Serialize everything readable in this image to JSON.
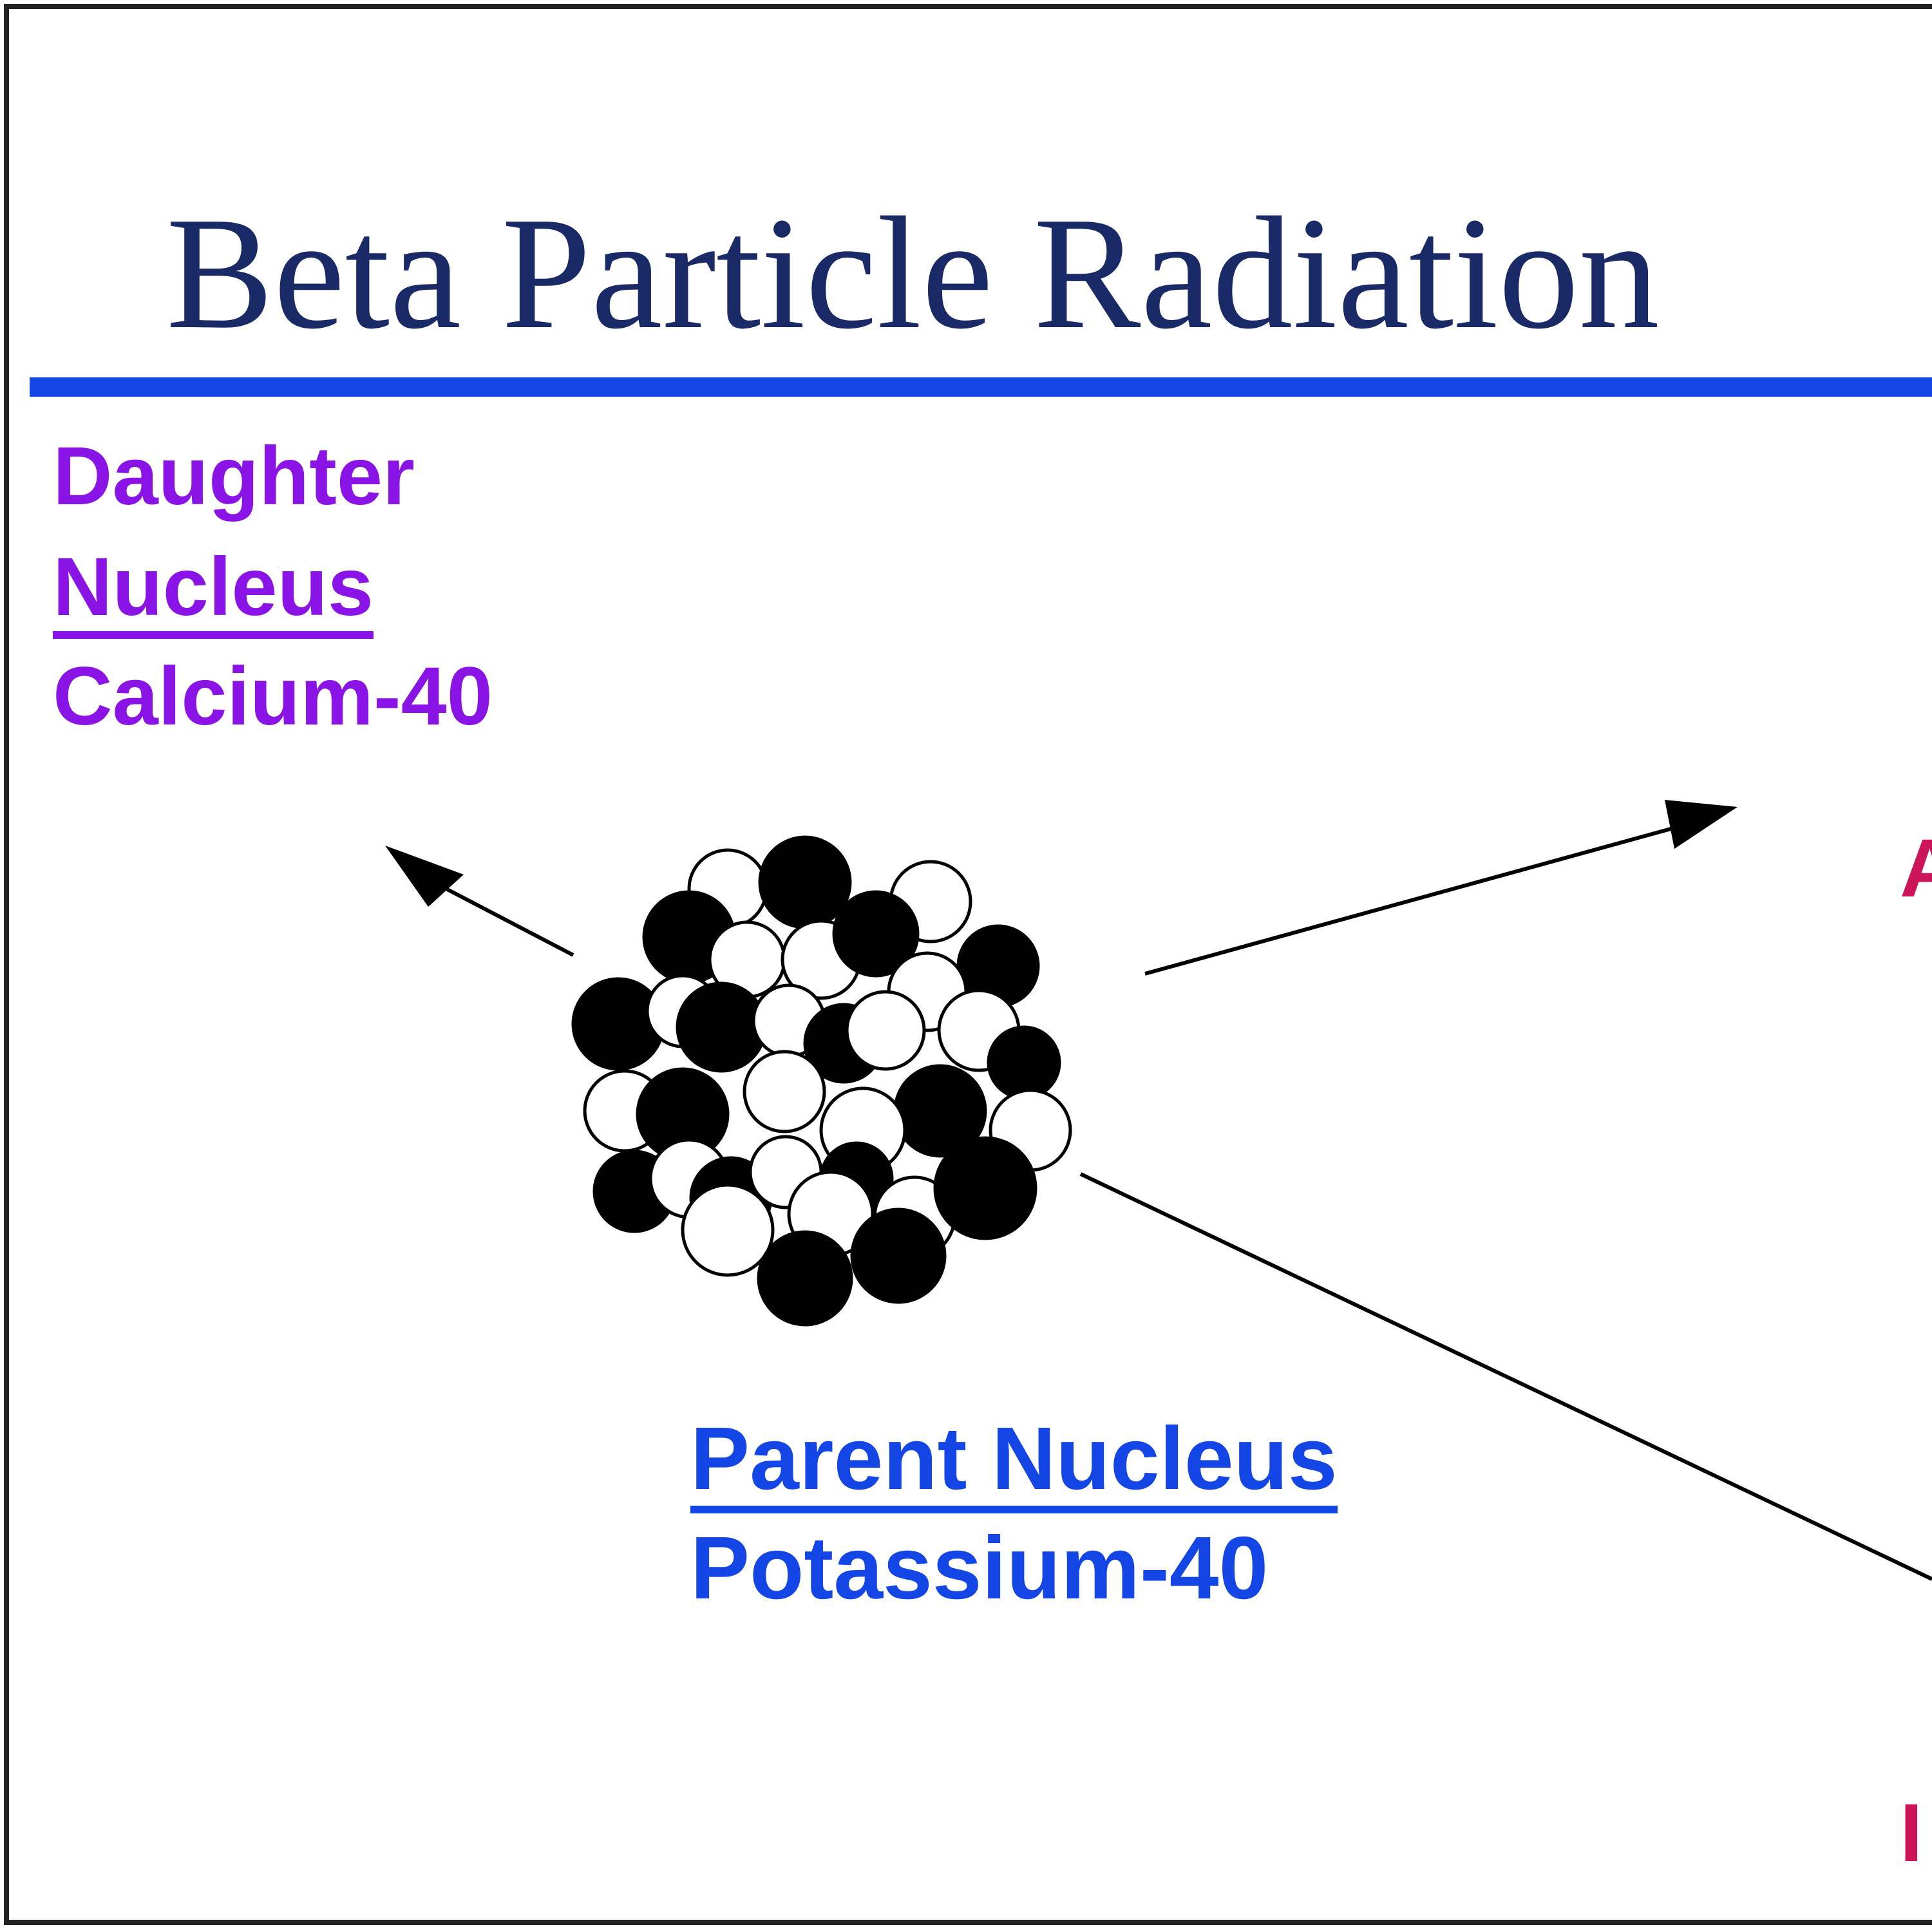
{
  "title": "Beta Particle Radiation",
  "daughter": {
    "heading_line1": "Daughter",
    "heading_line2": "Nucleus",
    "element": "Calcium-40"
  },
  "parent": {
    "heading": "Parent Nucleus",
    "element": "Potassium-40"
  },
  "cut_off_labels": {
    "upper_right": "A",
    "lower_right": "I"
  },
  "colors": {
    "title": "#1a2a66",
    "rule": "#1446e6",
    "daughter_text": "#8a14e6",
    "parent_text": "#1446e6",
    "edge_label": "#cc1459",
    "proton": "#000000",
    "neutron": "#ffffff"
  }
}
